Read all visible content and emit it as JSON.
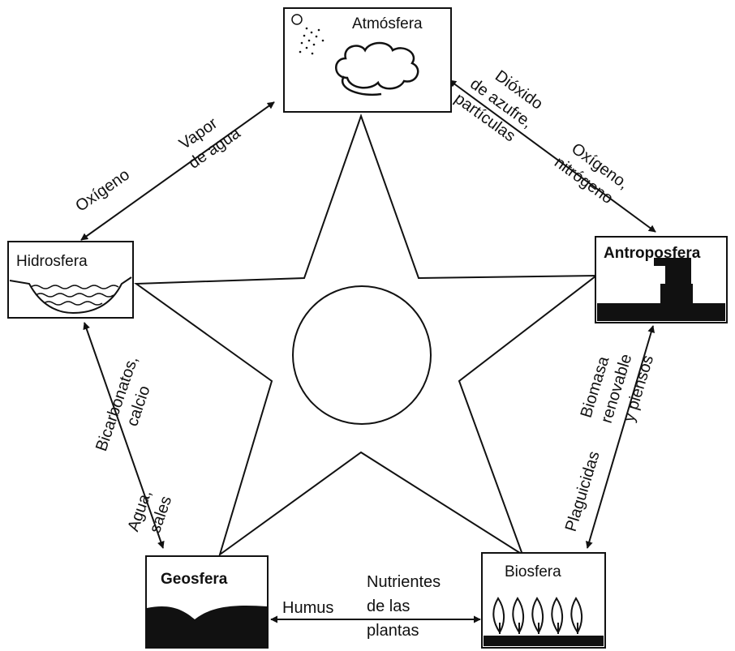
{
  "diagram": {
    "spheres": {
      "atmosfera": "Atmósfera",
      "hidrosfera": "Hidrosfera",
      "antroposfera": "Antroposfera",
      "geosfera": "Geosfera",
      "biosfera": "Biosfera"
    },
    "flows": {
      "vapor_de_agua": [
        "Vapor",
        "de agua"
      ],
      "oxigeno_hidro": "Oxígeno",
      "dioxido": [
        "Dióxido",
        "de azufre,",
        "partículas"
      ],
      "oxigeno_nitrogeno": [
        "Oxígeno,",
        "nitrógeno"
      ],
      "bicarbonatos": [
        "Bicarbonatos,",
        "calcio"
      ],
      "agua_sales": [
        "Agua,",
        "sales"
      ],
      "biomasa": [
        "Biomasa",
        "renovable",
        "y piensos"
      ],
      "plaguicidas": "Plaguicidas",
      "humus": "Humus",
      "nutrientes": [
        "Nutrientes",
        "de las",
        "plantas"
      ]
    },
    "colors": {
      "ink": "#111111",
      "background": "#ffffff"
    }
  }
}
